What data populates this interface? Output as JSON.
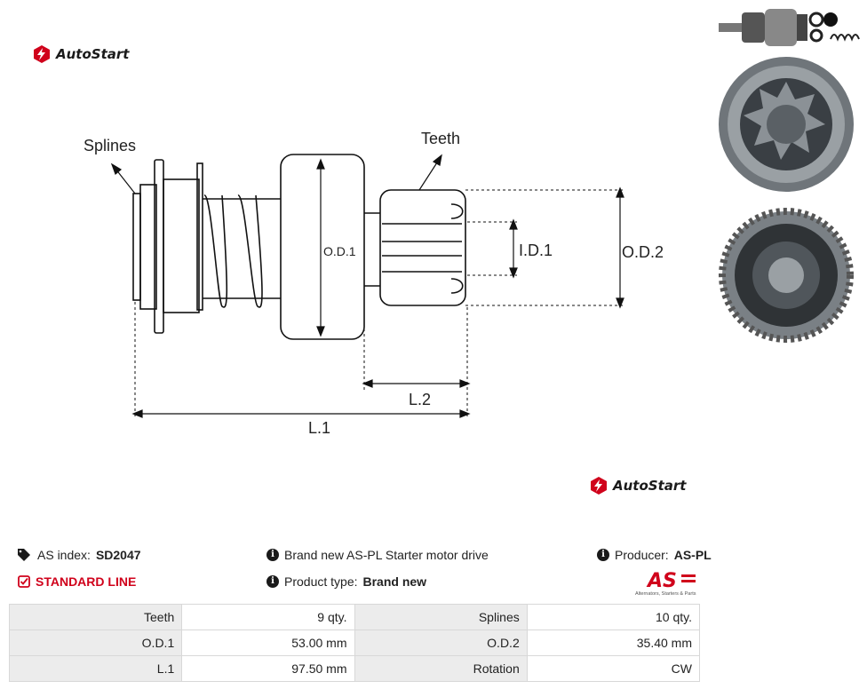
{
  "brand": {
    "name": "AutoStart"
  },
  "diagram": {
    "labels": {
      "splines": "Splines",
      "teeth": "Teeth",
      "od1": "O.D.1",
      "id1": "I.D.1",
      "od2": "O.D.2",
      "l2": "L.2",
      "l1": "L.1"
    }
  },
  "info": {
    "as_index_label": "AS index:",
    "as_index_value": "SD2047",
    "standard_line": "STANDARD LINE",
    "description": "Brand new AS-PL Starter motor drive",
    "product_type_label": "Product type:",
    "product_type_value": "Brand new",
    "producer_label": "Producer:",
    "producer_value": "AS-PL",
    "producer_logo_text": "AS",
    "producer_logo_tagline": "Alternators, Starters & Parts"
  },
  "specs": [
    {
      "label1": "Teeth",
      "value1": "9 qty.",
      "label2": "Splines",
      "value2": "10 qty."
    },
    {
      "label1": "O.D.1",
      "value1": "53.00 mm",
      "label2": "O.D.2",
      "value2": "35.40 mm"
    },
    {
      "label1": "L.1",
      "value1": "97.50 mm",
      "label2": "Rotation",
      "value2": "CW"
    }
  ],
  "colors": {
    "accent_red": "#d0021b",
    "label_bg": "#ececec"
  }
}
